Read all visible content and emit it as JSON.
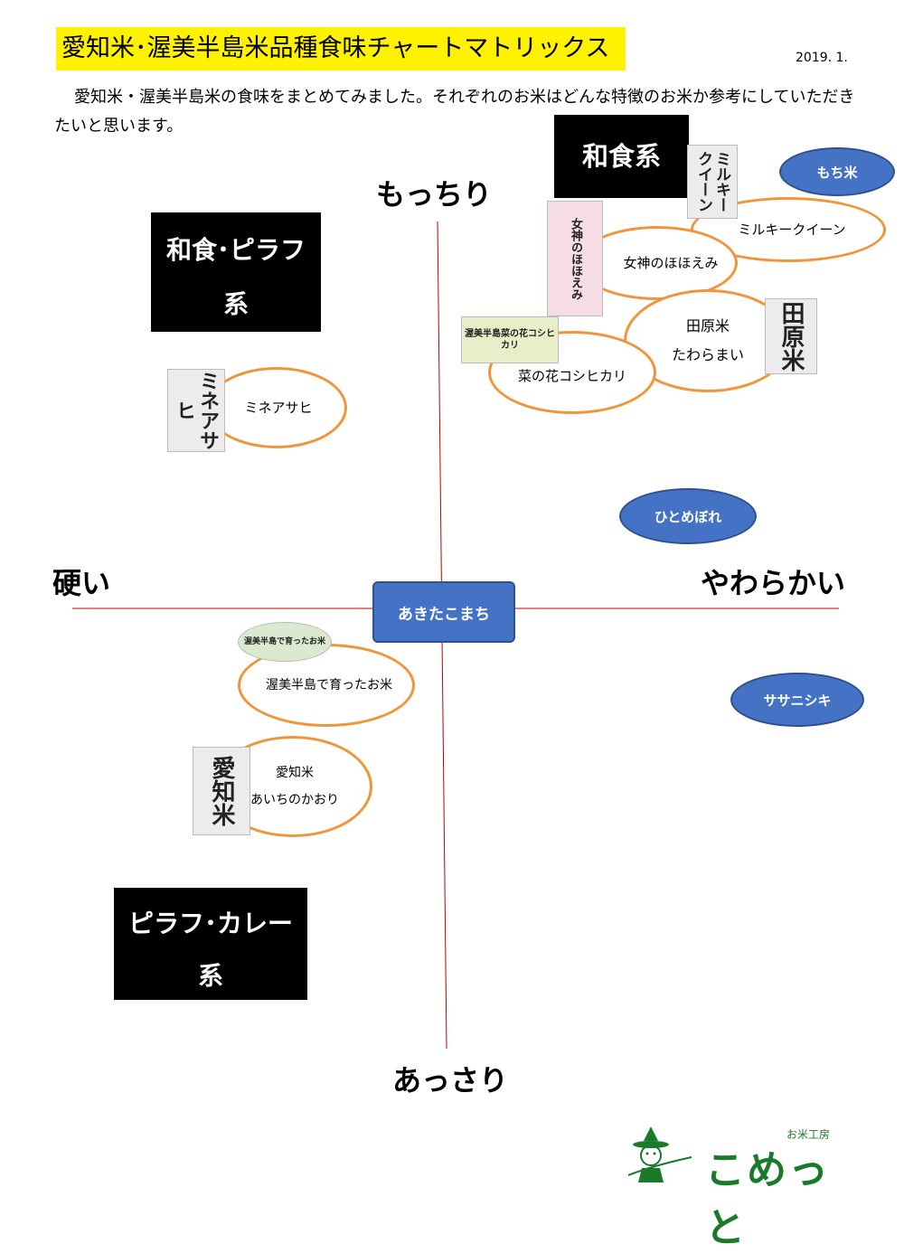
{
  "header": {
    "title": "愛知米･渥美半島米品種食味チャートマトリックス",
    "date": "2019. 1.",
    "intro": "愛知米・渥美半島米の食味をまとめてみました。それぞれのお米はどんな特徴のお米か参考にしていただきたいと思います。"
  },
  "axes": {
    "top": "もっちり",
    "bottom": "あっさり",
    "left": "硬い",
    "right": "やわらかい",
    "center": "あきたこまち"
  },
  "categories": {
    "washoku": "和食系",
    "washoku_pilaf_line1": "和食･ピラフ",
    "washoku_pilaf_line2": "系",
    "pilaf_curry_line1": "ピラフ･カレー",
    "pilaf_curry_line2": "系"
  },
  "varieties": {
    "mochi": "もち米",
    "milky_queen": "ミルキークイーン",
    "megami": "女神のほほえみ",
    "tahara_line1": "田原米",
    "tahara_line2": "たわらまい",
    "nanohana": "菜の花コシヒカリ",
    "mineasahi": "ミネアサヒ",
    "hitomebore": "ひとめぼれ",
    "atsumi": "渥美半島で育ったお米",
    "sasanishiki": "ササニシキ",
    "aichi_line1": "愛知米",
    "aichi_line2": "あいちのかおり"
  },
  "samples": {
    "milky": "ミルキークイーン",
    "megami": "女神のほほえみ",
    "tahara": "田原米",
    "nanohana": "渥美半島菜の花コシヒカリ",
    "mineasahi": "ミネアサヒ",
    "atsumi": "渥美半島で育ったお米",
    "aichi": "愛知米"
  },
  "logo": {
    "sub": "お米工房",
    "name": "こめっと"
  },
  "colors": {
    "title_bg": "#fff200",
    "oval_border": "#f0953a",
    "blue": "#4472c4",
    "axis_line": "#c00000",
    "logo_green": "#1a7a2a"
  }
}
